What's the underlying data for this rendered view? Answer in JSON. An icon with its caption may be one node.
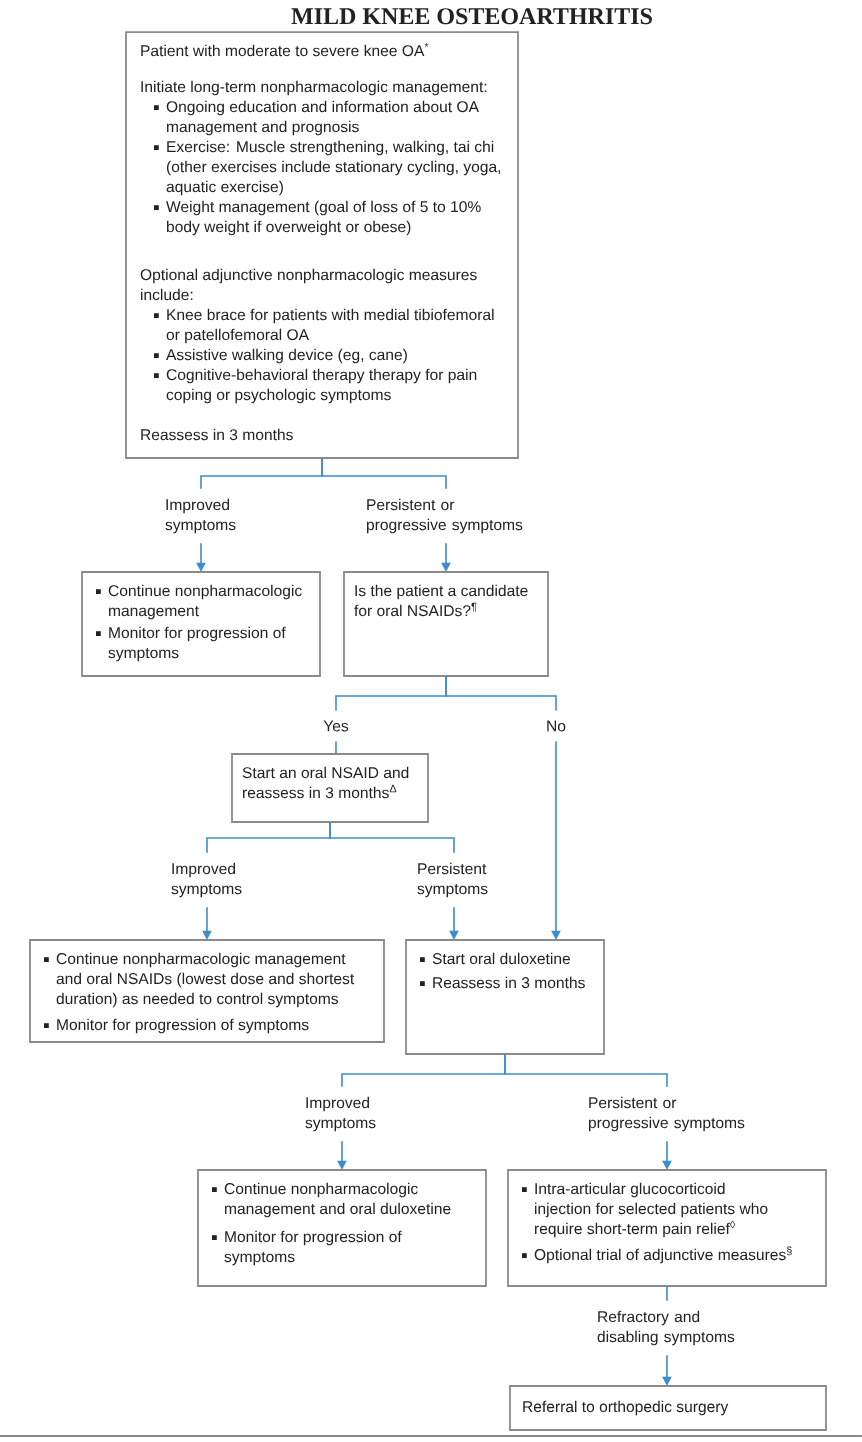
{
  "diagram": {
    "title": "MILD KNEE OSTEOARTHRITIS",
    "nodes": [
      {
        "text": [
          "Patient with moderate to severe knee OA$^{*}$",
          "Initiate long-term nonpharmacologic management:",
          "Ongoing education and information about OA management and prognosis",
          "Exercise: Muscle strengthening, walking, tai chi (other exercises include stationary cycling, yoga, aquatic exercise)",
          "Weight management (goal of loss of 5 to 10% body weight if overweight or obese)",
          "Optional adjunctive nonpharmacologic measures include:",
          "Knee brace for patients with medial tibiofemoral or patellofemoral OA",
          "Assistive walking device (eg, cane)",
          "Cognitive-behavioral therapy therapy for pain coping or psychologic symptoms",
          "Reassess in 3 months"
        ]
      },
      {
        "text": [
          "Continue nonpharmacologic management",
          "Monitor for progression of symptoms"
        ]
      },
      {
        "text": [
          "Is the patient a candidate for oral NSAIDs?$^{¶}$"
        ]
      },
      {
        "text": [
          "Start an oral NSAID and reassess in 3 months$^{Δ}$"
        ]
      },
      {
        "text": [
          "Continue nonpharmacologic management and oral NSAIDs (lowest dose and shortest duration) as needed to control symptoms",
          "Monitor for progression of symptoms"
        ]
      },
      {
        "text": [
          "Start oral duloxetine",
          "Reassess in 3 months"
        ]
      },
      {
        "text": [
          "Continue nonpharmacologic management and oral duloxetine",
          "Monitor for progression of symptoms"
        ]
      },
      {
        "text": [
          "Intra-articular glucocorticoid injection for selected patients who require short-term pain relief$^{◊}$",
          "Optional trial of adjunctive measures$^{§}$"
        ]
      },
      {
        "text": [
          "Referral to orthopedic surgery"
        ]
      }
    ],
    "edges": [
      {
        "from": 0,
        "to": 1,
        "arrow": "to",
        "label": "Improved symptoms"
      },
      {
        "from": 0,
        "to": 2,
        "arrow": "to",
        "label": "Persistent or progressive symptoms"
      },
      {
        "from": 2,
        "to": 3,
        "arrow": "none",
        "label": "Yes"
      },
      {
        "from": 2,
        "to": 5,
        "arrow": "to",
        "label": "No"
      },
      {
        "from": 3,
        "to": 4,
        "arrow": "to",
        "label": "Improved symptoms"
      },
      {
        "from": 3,
        "to": 5,
        "arrow": "to",
        "label": "Persistent symptoms"
      },
      {
        "from": 5,
        "to": 6,
        "arrow": "to",
        "label": "Improved symptoms"
      },
      {
        "from": 5,
        "to": 7,
        "arrow": "to",
        "label": "Persistent or progressive symptoms"
      },
      {
        "from": 7,
        "to": 8,
        "arrow": "to",
        "label": "Refractory and disabling symptoms"
      }
    ]
  }
}
